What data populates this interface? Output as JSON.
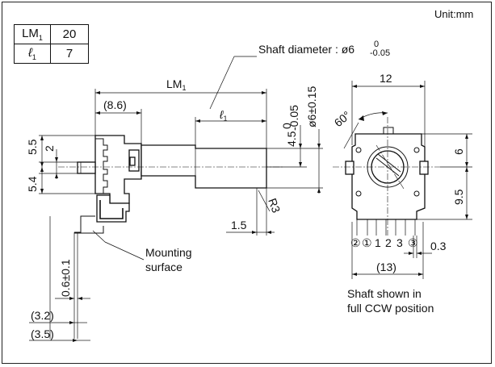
{
  "unit_label": "Unit:mm",
  "table": {
    "rows": [
      {
        "key": "LM",
        "key_sub": "1",
        "value": "20"
      },
      {
        "key": "ℓ",
        "key_sub": "1",
        "value": "7"
      }
    ]
  },
  "side_view": {
    "lm_label": "LM",
    "lm_sub": "1",
    "l1_label": "ℓ",
    "l1_sub": "1",
    "dim_8_6": "(8.6)",
    "dim_5_5": "5.5",
    "dim_2": "2",
    "dim_5_4": "5.4",
    "dim_4_5": "4.5",
    "tol_4_5_upper": "0",
    "tol_4_5_lower": "-0.05",
    "dim_phi6": "ø6±0.15",
    "dim_r3": "R3",
    "dim_1_5": "1.5",
    "dim_0_6": "0.6±0.1",
    "dim_3_2": "(3.2)",
    "dim_3_5": "(3.5)",
    "shaft_diameter_text": "Shaft diameter : ø6",
    "shaft_tol_upper": "0",
    "shaft_tol_lower": "-0.05",
    "mounting_surface_line1": "Mounting",
    "mounting_surface_line2": "surface"
  },
  "front_view": {
    "dim_12": "12",
    "dim_60": "60°",
    "dim_6": "6",
    "dim_9_5": "9.5",
    "dim_0_3": "0.3",
    "dim_13": "(13)",
    "pins": [
      "②",
      "①",
      "1",
      "2",
      "3",
      "③"
    ],
    "caption_line1": "Shaft shown in",
    "caption_line2": "full CCW position"
  }
}
